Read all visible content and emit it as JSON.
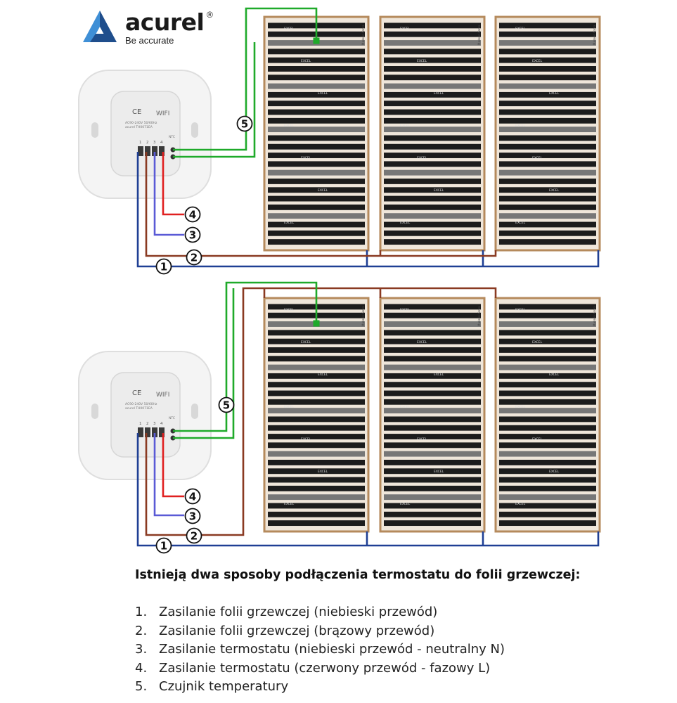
{
  "brand": {
    "name": "acurel",
    "registered": "®",
    "tagline": "Be accurate",
    "colors": {
      "logo_dark": "#1f4e8c",
      "logo_light": "#3f8fd6"
    }
  },
  "thermostat": {
    "label_wifi": "WIFI",
    "label_rating": "AC90-240V 50/60Hz",
    "label_model": "acurel TH0071EA",
    "label_ntc": "NTC",
    "terminal_numbers": [
      "1",
      "2",
      "3",
      "4"
    ]
  },
  "heating_film": {
    "brand_print": "EXCEL",
    "side_print": "Made in Korea"
  },
  "wire_colors": {
    "blue": "#1f3f94",
    "brown": "#8a3a22",
    "purple": "#5a5ad6",
    "red": "#e02020",
    "green": "#1faa2a"
  },
  "callouts": [
    "1",
    "2",
    "3",
    "4",
    "5"
  ],
  "heading": "Istnieją dwa sposoby podłączenia termostatu do folii grzewczej:",
  "legend": [
    {
      "num": "1.",
      "text": "Zasilanie folii grzewczej (niebieski przewód)"
    },
    {
      "num": "2.",
      "text": "Zasilanie folii grzewczej (brązowy przewód)"
    },
    {
      "num": "3.",
      "text": "Zasilanie termostatu (niebieski przewód - neutralny N)"
    },
    {
      "num": "4.",
      "text": "Zasilanie termostatu (czerwony przewód - fazowy L)"
    },
    {
      "num": "5.",
      "text": "Czujnik temperatury"
    }
  ]
}
